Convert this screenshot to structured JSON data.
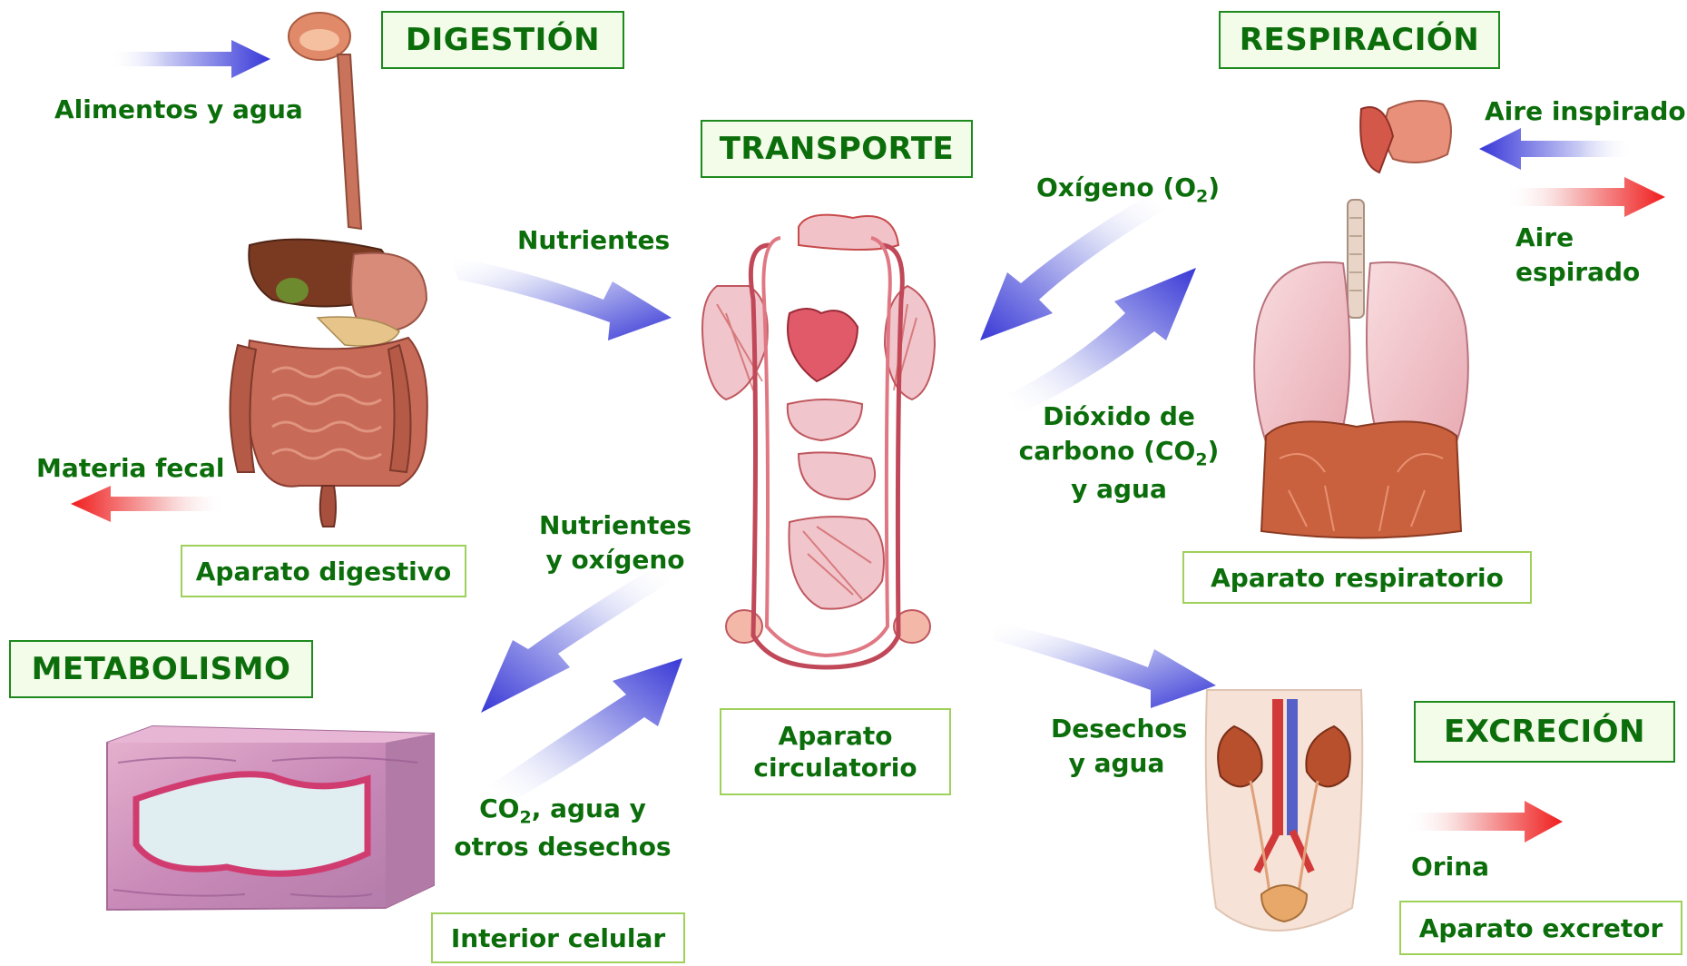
{
  "titles": {
    "digestion": "DIGESTIÓN",
    "transporte": "TRANSPORTE",
    "respiracion": "RESPIRACIÓN",
    "metabolismo": "METABOLISMO",
    "excrecion": "EXCRECIÓN"
  },
  "organs": {
    "digestivo": "Aparato digestivo",
    "circulatorio_1": "Aparato",
    "circulatorio_2": "circulatorio",
    "respiratorio": "Aparato respiratorio",
    "excretor": "Aparato excretor",
    "celular": "Interior celular"
  },
  "labels": {
    "alimentos": "Alimentos y agua",
    "materia_fecal": "Materia fecal",
    "nutrientes": "Nutrientes",
    "oxigeno_pre": "Oxígeno (O",
    "oxigeno_sub": "2",
    "oxigeno_post": ")",
    "dioxido_1": "Dióxido de",
    "dioxido_2_pre": "carbono (CO",
    "dioxido_2_sub": "2",
    "dioxido_2_post": ")",
    "dioxido_3": "y agua",
    "aire_inspirado": "Aire inspirado",
    "aire_espirado_1": "Aire",
    "aire_espirado_2": "espirado",
    "nutri_oxi_1": "Nutrientes",
    "nutri_oxi_2": "y oxígeno",
    "co2_1_pre": "CO",
    "co2_1_sub": "2",
    "co2_1_post": ", agua y",
    "co2_2": "otros desechos",
    "desechos_1": "Desechos",
    "desechos_2": "y agua",
    "orina": "Orina"
  },
  "colors": {
    "title_border": "#1e8a1e",
    "organ_border": "#9fd15a",
    "text": "#0b6e0b",
    "arrow_blue": "#3f3fd6",
    "arrow_red": "#ef2a2a"
  }
}
